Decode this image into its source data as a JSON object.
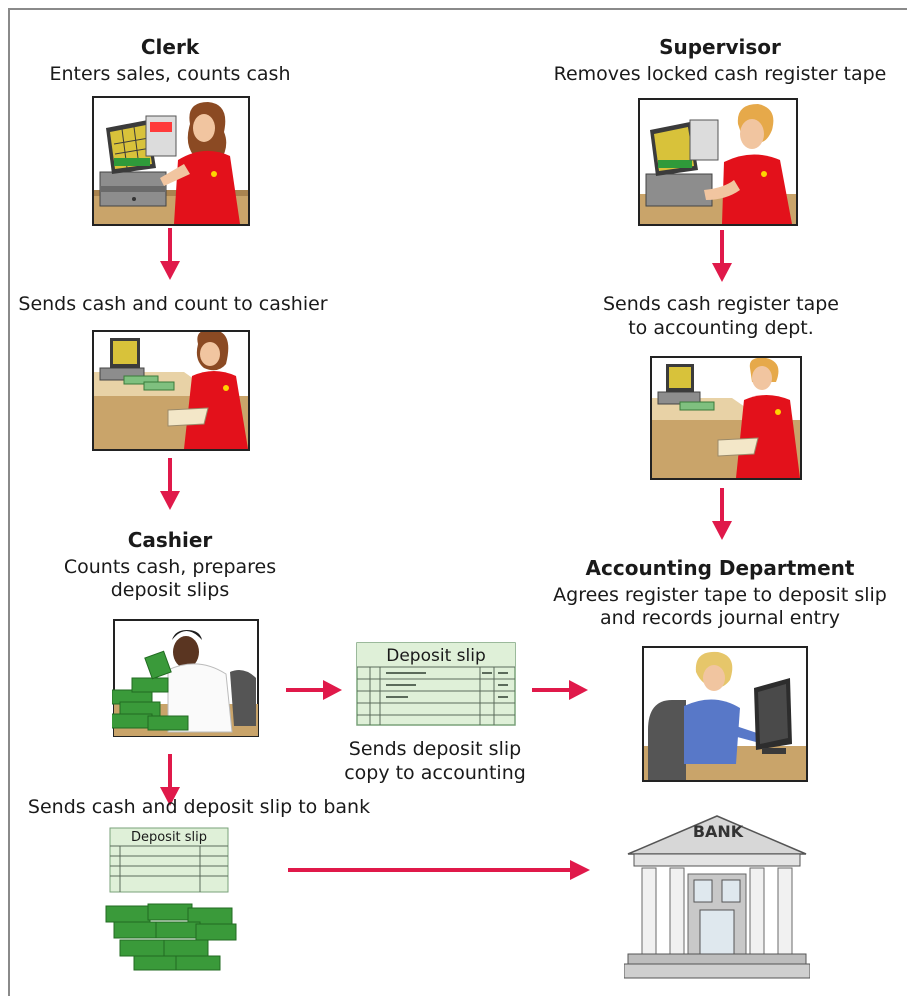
{
  "clerk": {
    "title": "Clerk",
    "desc": "Enters sales, counts cash"
  },
  "supervisor": {
    "title": "Supervisor",
    "desc": "Removes locked cash register tape"
  },
  "clerk_send": "Sends cash and count to cashier",
  "supervisor_send": {
    "line1": "Sends cash register tape",
    "line2": "to accounting dept."
  },
  "cashier": {
    "title": "Cashier",
    "line1": "Counts cash, prepares",
    "line2": "deposit slips"
  },
  "accounting": {
    "title": "Accounting Department",
    "line1": "Agrees register tape to deposit slip",
    "line2": "and records journal entry"
  },
  "deposit_slip": {
    "title": "Deposit slip",
    "caption1": "Sends deposit slip",
    "caption2": "copy to accounting"
  },
  "bank_send": "Sends cash and deposit slip to bank",
  "bank_slip_title": "Deposit slip",
  "bank_sign": "BANK",
  "colors": {
    "arrow": "#e0194a",
    "frame": "#8a8a8a",
    "uniform": "#e3111b",
    "cash": "#3a9a3a",
    "slip": "#dff0d8"
  }
}
